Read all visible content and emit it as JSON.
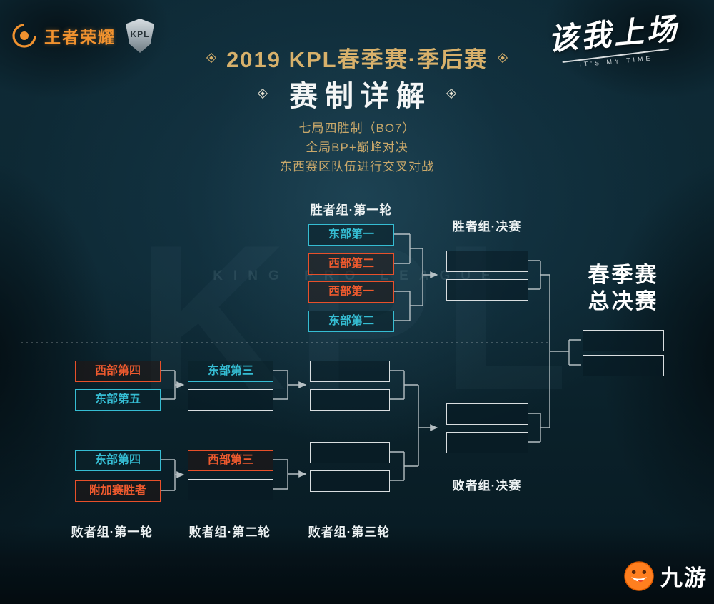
{
  "brand": {
    "honor_logo_text": "王者荣耀",
    "kpl_logo_text": "KPL",
    "slogan": "该我上场",
    "slogan_sub": "IT'S MY TIME"
  },
  "header": {
    "title": "2019 KPL春季赛·季后赛",
    "subtitle": "赛制详解",
    "rules": [
      "七局四胜制（BO7）",
      "全局BP+巅峰对决",
      "东西赛区队伍进行交叉对战"
    ]
  },
  "labels": {
    "winners_r1": "胜者组·第一轮",
    "winners_final": "胜者组·决赛",
    "grand_final_line1": "春季赛",
    "grand_final_line2": "总决赛",
    "losers_final": "败者组·决赛",
    "losers_r1": "败者组·第一轮",
    "losers_r2": "败者组·第二轮",
    "losers_r3": "败者组·第三轮"
  },
  "bracket": {
    "winners_r1": [
      {
        "name": "东部第一",
        "region": "east"
      },
      {
        "name": "西部第二",
        "region": "west"
      },
      {
        "name": "西部第一",
        "region": "west"
      },
      {
        "name": "东部第二",
        "region": "east"
      }
    ],
    "losers_r1": [
      {
        "name": "西部第四",
        "region": "west"
      },
      {
        "name": "东部第五",
        "region": "east"
      },
      {
        "name": "东部第四",
        "region": "east"
      },
      {
        "name": "附加赛胜者",
        "region": "west"
      }
    ],
    "losers_r2_seeded": [
      {
        "name": "东部第三",
        "region": "east"
      },
      {
        "name": "西部第三",
        "region": "west"
      }
    ]
  },
  "watermark": {
    "kpl": "KPL",
    "league": "KING PRO LEAGUE"
  },
  "footer": {
    "site_name": "九游"
  },
  "colors": {
    "east": "#35bdd3",
    "west": "#e8502a",
    "gold": "#d8b16b",
    "background": "#0d2833"
  }
}
